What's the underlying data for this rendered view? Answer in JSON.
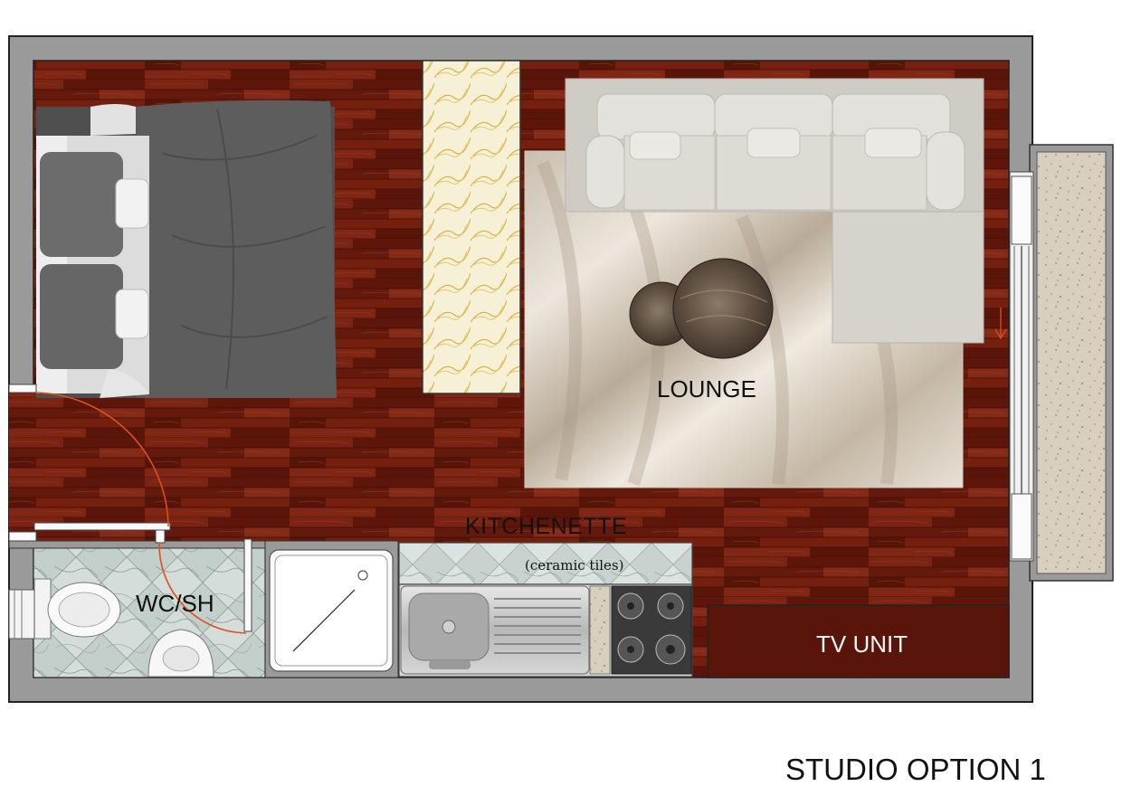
{
  "plan": {
    "title": "STUDIO OPTION 1",
    "rooms": {
      "lounge": "LOUNGE",
      "kitchenette": "KITCHENETTE",
      "kitchenette_note": "(ceramic tiles)",
      "wc": "WC/SH",
      "tv_unit": "TV UNIT"
    }
  },
  "colors": {
    "wall": "#9a9a9a",
    "wall_outline": "#222222",
    "floor_wood": "#6e1c10",
    "rug": "#e9e1d3",
    "sofa": "#d9d6d0",
    "bed_cover": "#5b5b5b",
    "marble_tile": "#bcc9c5",
    "door_swing": "#e0501a",
    "balcony": "#d8cebd",
    "divider_panel": "#f5efcf"
  },
  "icons": [
    "bed-icon",
    "sofa-icon",
    "coffee-table-icon",
    "toilet-icon",
    "basin-icon",
    "shower-tray-icon",
    "sink-icon",
    "cooktop-icon"
  ]
}
